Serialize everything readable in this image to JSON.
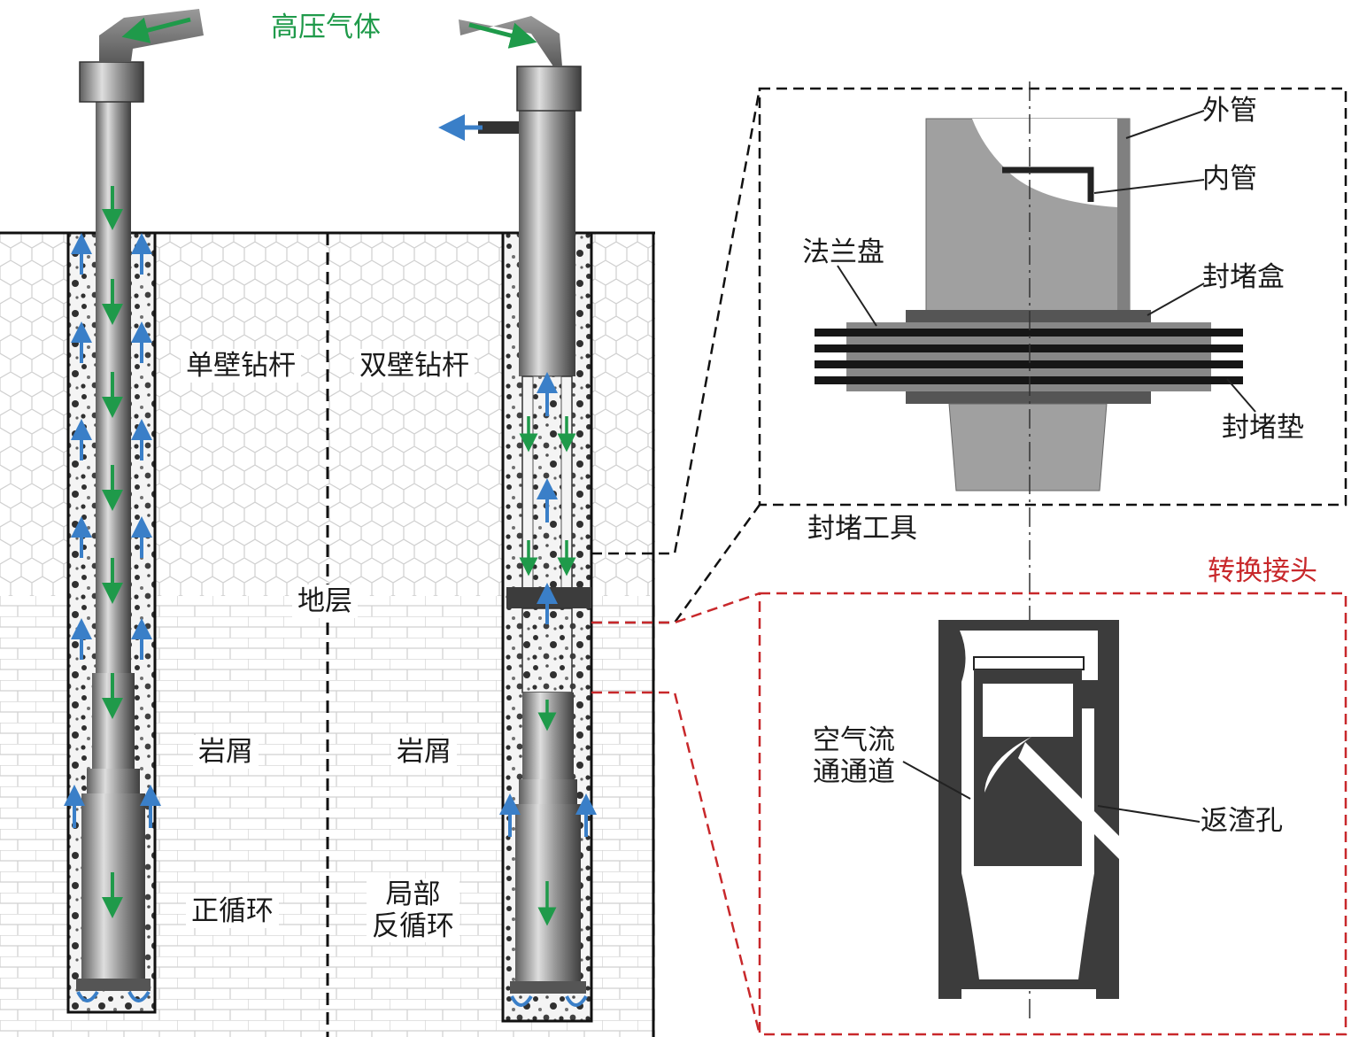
{
  "labels": {
    "high_pressure_gas": "高压气体",
    "single_wall_rod": "单壁钻杆",
    "double_wall_rod": "双壁钻杆",
    "stratum": "地层",
    "cuttings_left": "岩屑",
    "cuttings_right": "岩屑",
    "positive_circulation": "正循环",
    "partial_reverse_line1": "局部",
    "partial_reverse_line2": "反循环",
    "outer_pipe": "外管",
    "inner_pipe": "内管",
    "flange": "法兰盘",
    "seal_box": "封堵盒",
    "seal_gasket": "封堵垫",
    "sealing_tool": "封堵工具",
    "adapter": "转换接头",
    "air_channel_line1": "空气流",
    "air_channel_line2": "通通道",
    "slag_return_hole": "返渣孔"
  },
  "colors": {
    "gas_flow": "#1f9a4a",
    "return_flow": "#3a7fc8",
    "pipe_steel": "#8c8c8c",
    "rock_dark": "#303030",
    "tool_gray": "#a0a0a0",
    "tool_dark": "#3c3c3c",
    "adapter_frame": "#c8282b"
  }
}
